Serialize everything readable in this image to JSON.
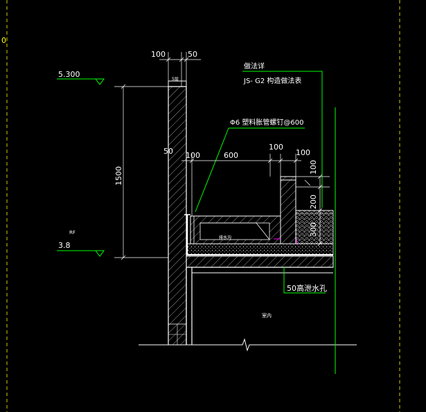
{
  "colors": {
    "background": "#000000",
    "wall": "#ffffff",
    "dimension": "#ffffff",
    "leader": "#00ff00",
    "text": "#ffffff",
    "frame_dash": "#ffff00",
    "accent": "#ff00ff"
  },
  "labels": {
    "left_edge": "0",
    "dim_top_100": "100",
    "dim_top_50": "50",
    "dim_small": "5层",
    "level_top": "5.300",
    "level_bottom_tag": "RF",
    "level_bottom": "3.8",
    "dim_height": "1500",
    "dim_50_side": "50",
    "dim_100_a": "100",
    "dim_600": "600",
    "dim_100_b": "100",
    "dim_100_c": "100",
    "dim_100_vert": "100",
    "dim_200_vert": "200",
    "dim_300_vert": "300",
    "note_practice": "做法详",
    "note_spec": "JS- G2 构造做法表",
    "note_bolt": "Φ6 塑料胀管螺钉@600",
    "note_drain": "50高泄水孔",
    "gutter_tag": "排水沟",
    "room_tag": "室内"
  }
}
